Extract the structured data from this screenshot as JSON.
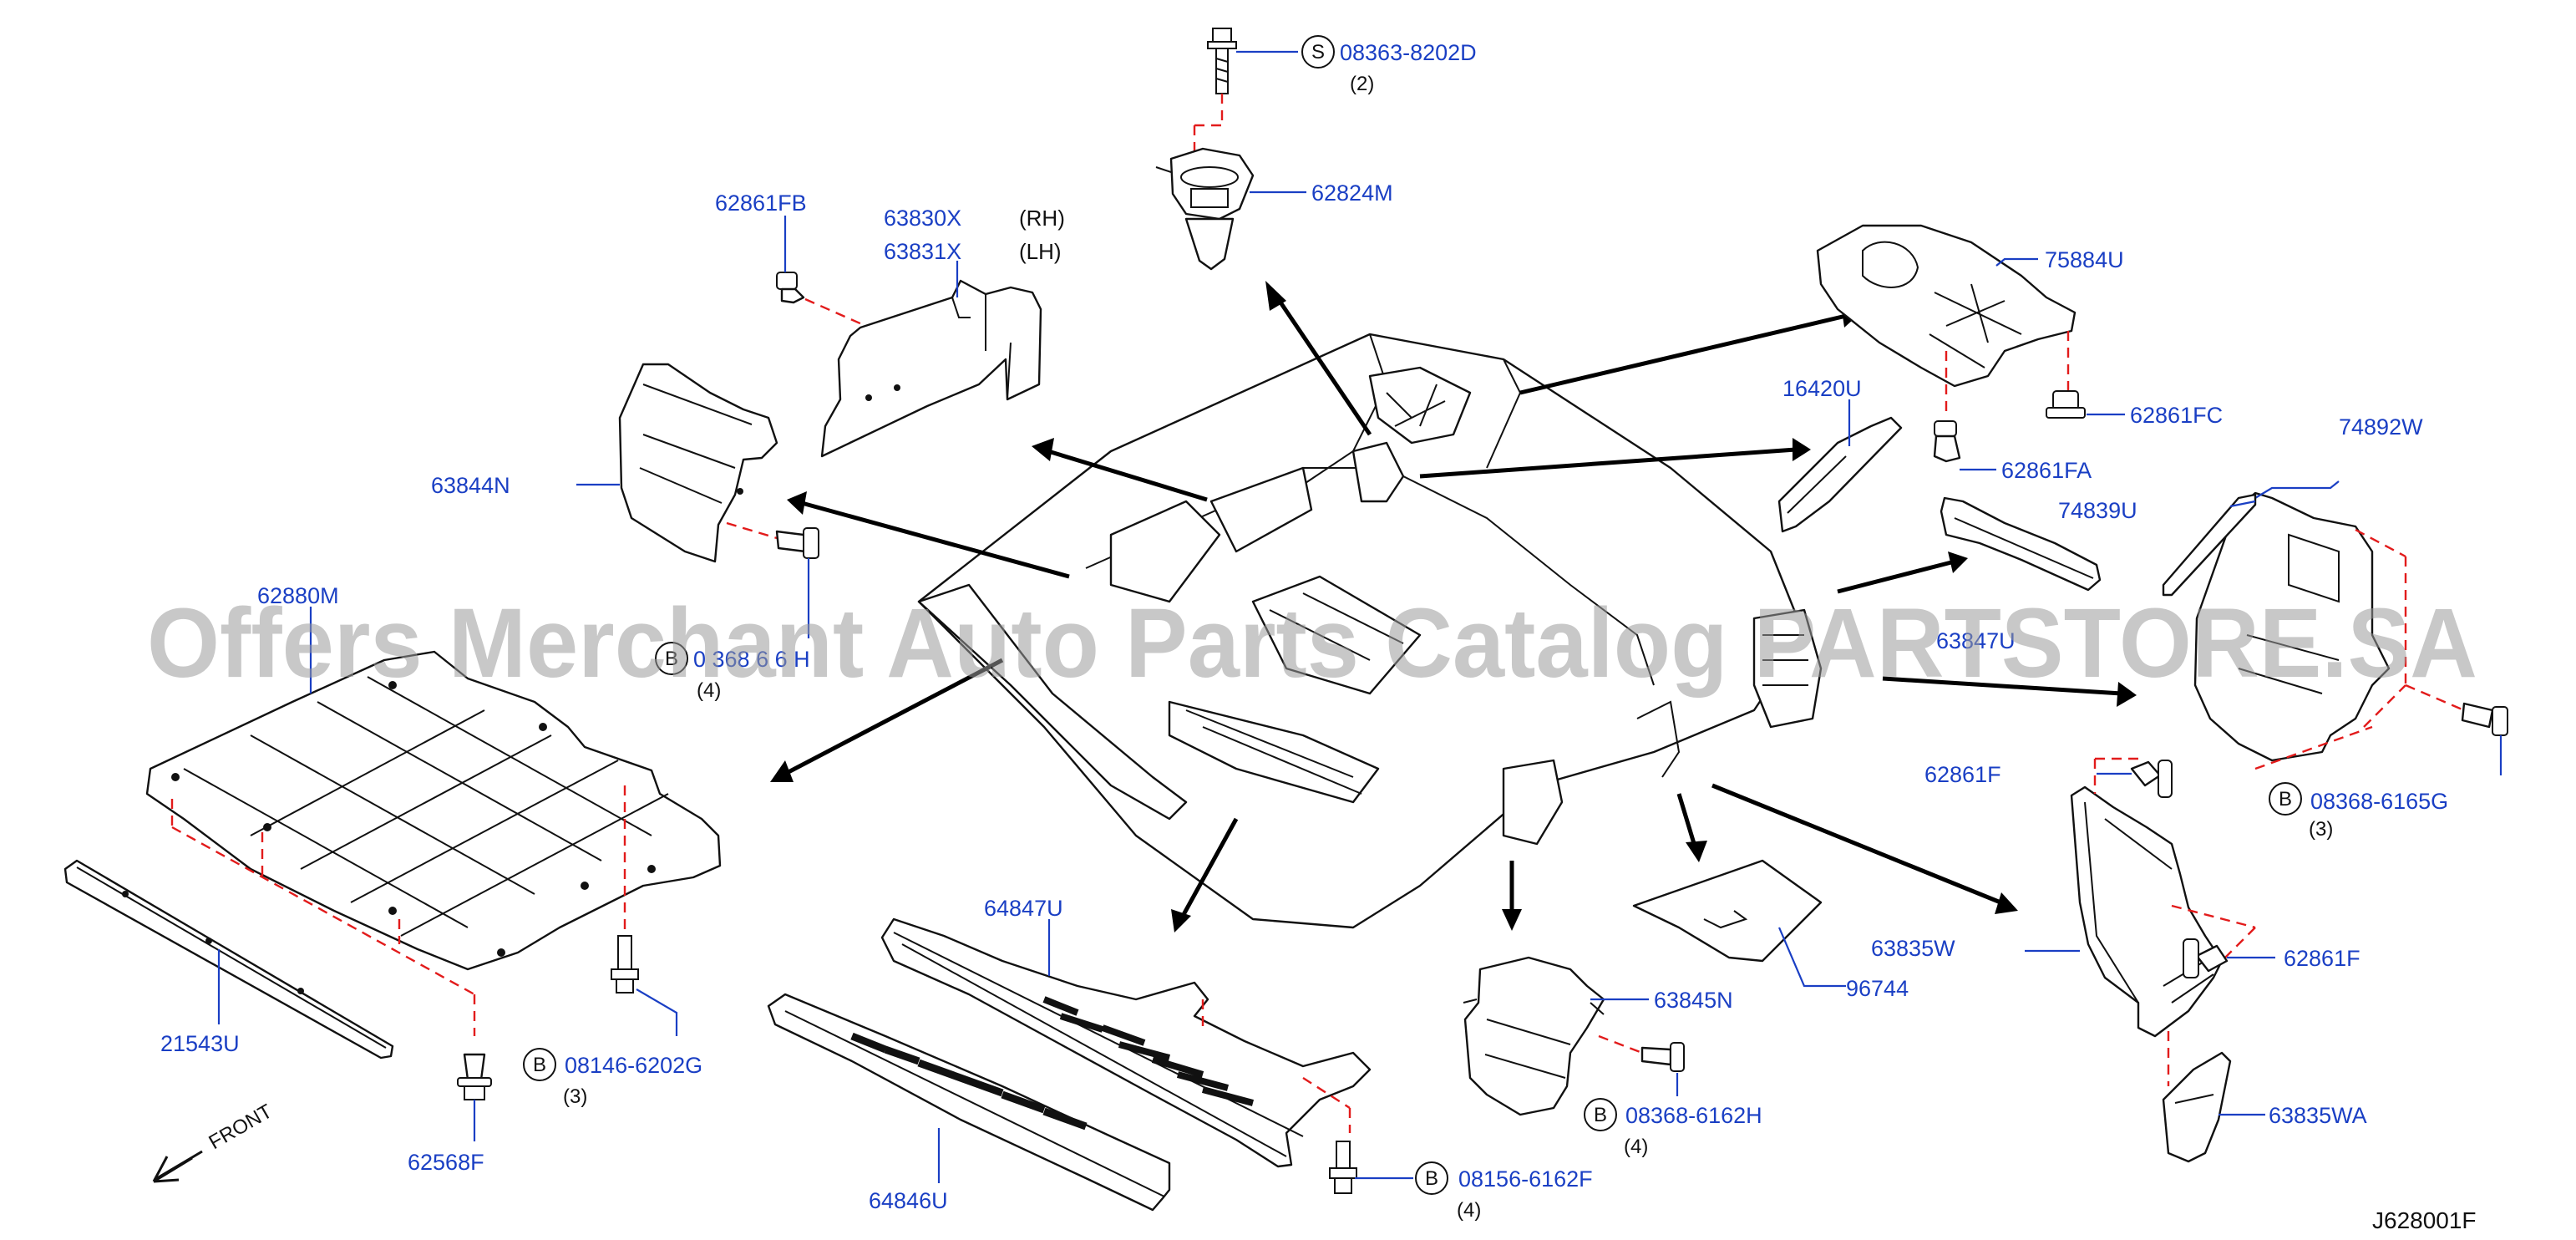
{
  "watermark": "Offers Merchant Auto Parts Catalog PARTSTORE.SA",
  "diagram_code": "J628001F",
  "front_label": "FRONT",
  "labels": {
    "p08363": "08363-8202D",
    "q08363": "(2)",
    "p62824M": "62824M",
    "p62861FB": "62861FB",
    "p63830X": "63830X",
    "p63831X": "63831X",
    "rh": "(RH)",
    "lh": "(LH)",
    "p75884U": "75884U",
    "p62861FC": "62861FC",
    "p16420U": "16420U",
    "p62861FA": "62861FA",
    "p74892W": "74892W",
    "p74839U": "74839U",
    "p63844N": "63844N",
    "p62880M": "62880M",
    "p08368b": "0 368 6 6 H",
    "q08368b": "(4)",
    "p63847U": "63847U",
    "p62861F_a": "62861F",
    "p08368_6165G": "08368-6165G",
    "q08368_6165G": "(3)",
    "p63835W": "63835W",
    "p62861F_b": "62861F",
    "p63835WA": "63835WA",
    "p21543U": "21543U",
    "p08146": "08146-6202G",
    "q08146": "(3)",
    "p62568F": "62568F",
    "p64847U": "64847U",
    "p64846U": "64846U",
    "p08156": "08156-6162F",
    "q08156": "(4)",
    "p63845N": "63845N",
    "p96744": "96744",
    "p08368_6162H": "08368-6162H",
    "q08368_6162H": "(4)"
  },
  "circle_letters": {
    "s": "S",
    "b": "B"
  }
}
